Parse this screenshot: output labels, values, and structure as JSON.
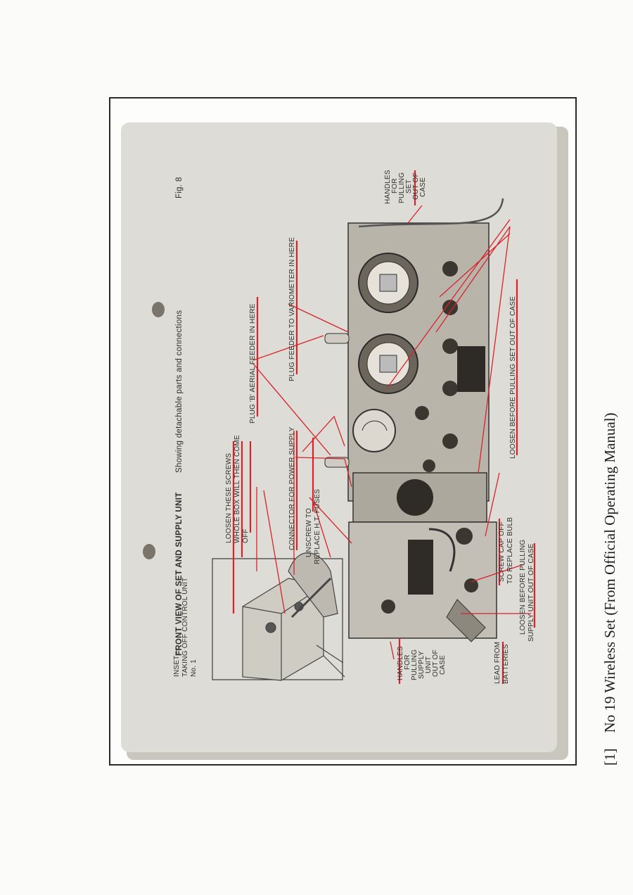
{
  "page": {
    "figure_label": "Fig. 8",
    "title": "FRONT VIEW OF SET AND SUPPLY UNIT",
    "subtitle": "Showing detachable parts and connections",
    "inset": {
      "line1": "INSET—",
      "line2": "TAKING OFF CONTROL UNIT",
      "line3": "No. 1"
    },
    "labels": {
      "loosen_screws": [
        "LOOSEN THESE SCREWS",
        "WHOLE BOX WILL THEN COME",
        "OFF"
      ],
      "connector_power": "CONNECTOR FOR POWER SUPPLY",
      "unscrew_fuses": [
        "UNSCREW TO",
        "REPLACE H.T. FUSES"
      ],
      "plug_b": "PLUG 'B' AERIAL FEEDER IN HERE",
      "plug_feeder": "PLUG FEEDER TO VARIOMETER IN HERE",
      "handles_set": [
        "HANDLES",
        "FOR",
        "PULLING",
        "SET",
        "OUT OF",
        "CASE"
      ],
      "loosen_set": "LOOSEN BEFORE PULLING SET OUT OF CASE",
      "screw_cap": [
        "SCREW CAP OFF",
        "TO REPLACE BULB"
      ],
      "loosen_supply": [
        "LOOSEN BEFORE PULLING",
        "SUPPLY UNIT OUT OF CASE"
      ],
      "lead_batteries": [
        "LEAD FROM",
        "BATTERIES"
      ],
      "handles_supply": [
        "HANDLES",
        "FOR",
        "PULLING",
        "SUPPLY",
        "UNIT",
        "OUT OF",
        "CASE"
      ]
    },
    "caption_number": "[1]",
    "caption_text": "No 19 Wireless Set (From Official Operating Manual)",
    "accent_color": "#d8232a",
    "paper_color": "#dcdad4"
  }
}
